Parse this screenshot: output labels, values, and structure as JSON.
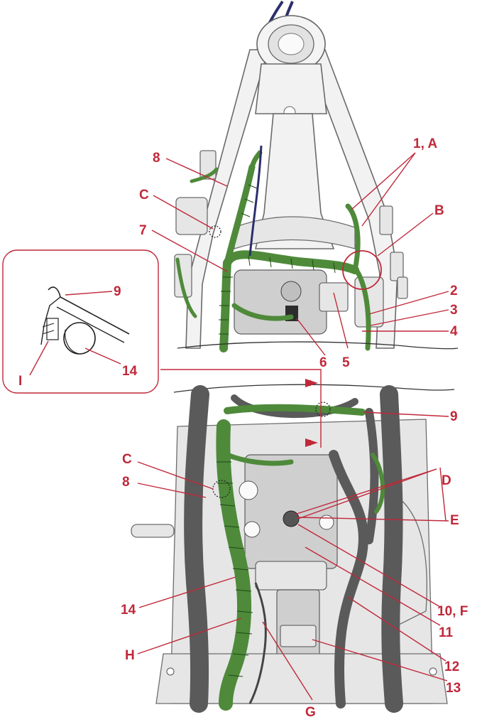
{
  "colors": {
    "callout": "#c0283a",
    "harness": "#4e8a3a",
    "frame": "#f2f2f2",
    "hose": "#5a5a5a",
    "wire_blue": "#2b2f6b"
  },
  "top_view": {
    "labels": {
      "l1A": "1, A",
      "lB": "B",
      "l2": "2",
      "l3": "3",
      "l4": "4",
      "l5": "5",
      "l6": "6",
      "l7": "7",
      "l8": "8",
      "lC": "C"
    }
  },
  "inset": {
    "labels": {
      "l9": "9",
      "l14": "14",
      "lI": "I"
    }
  },
  "bottom_view": {
    "labels": {
      "l9": "9",
      "lC": "C",
      "l8": "8",
      "lD": "D",
      "lE": "E",
      "l10F": "10, F",
      "l11": "11",
      "l12": "12",
      "l13": "13",
      "l14": "14",
      "lH": "H",
      "lG": "G"
    }
  }
}
